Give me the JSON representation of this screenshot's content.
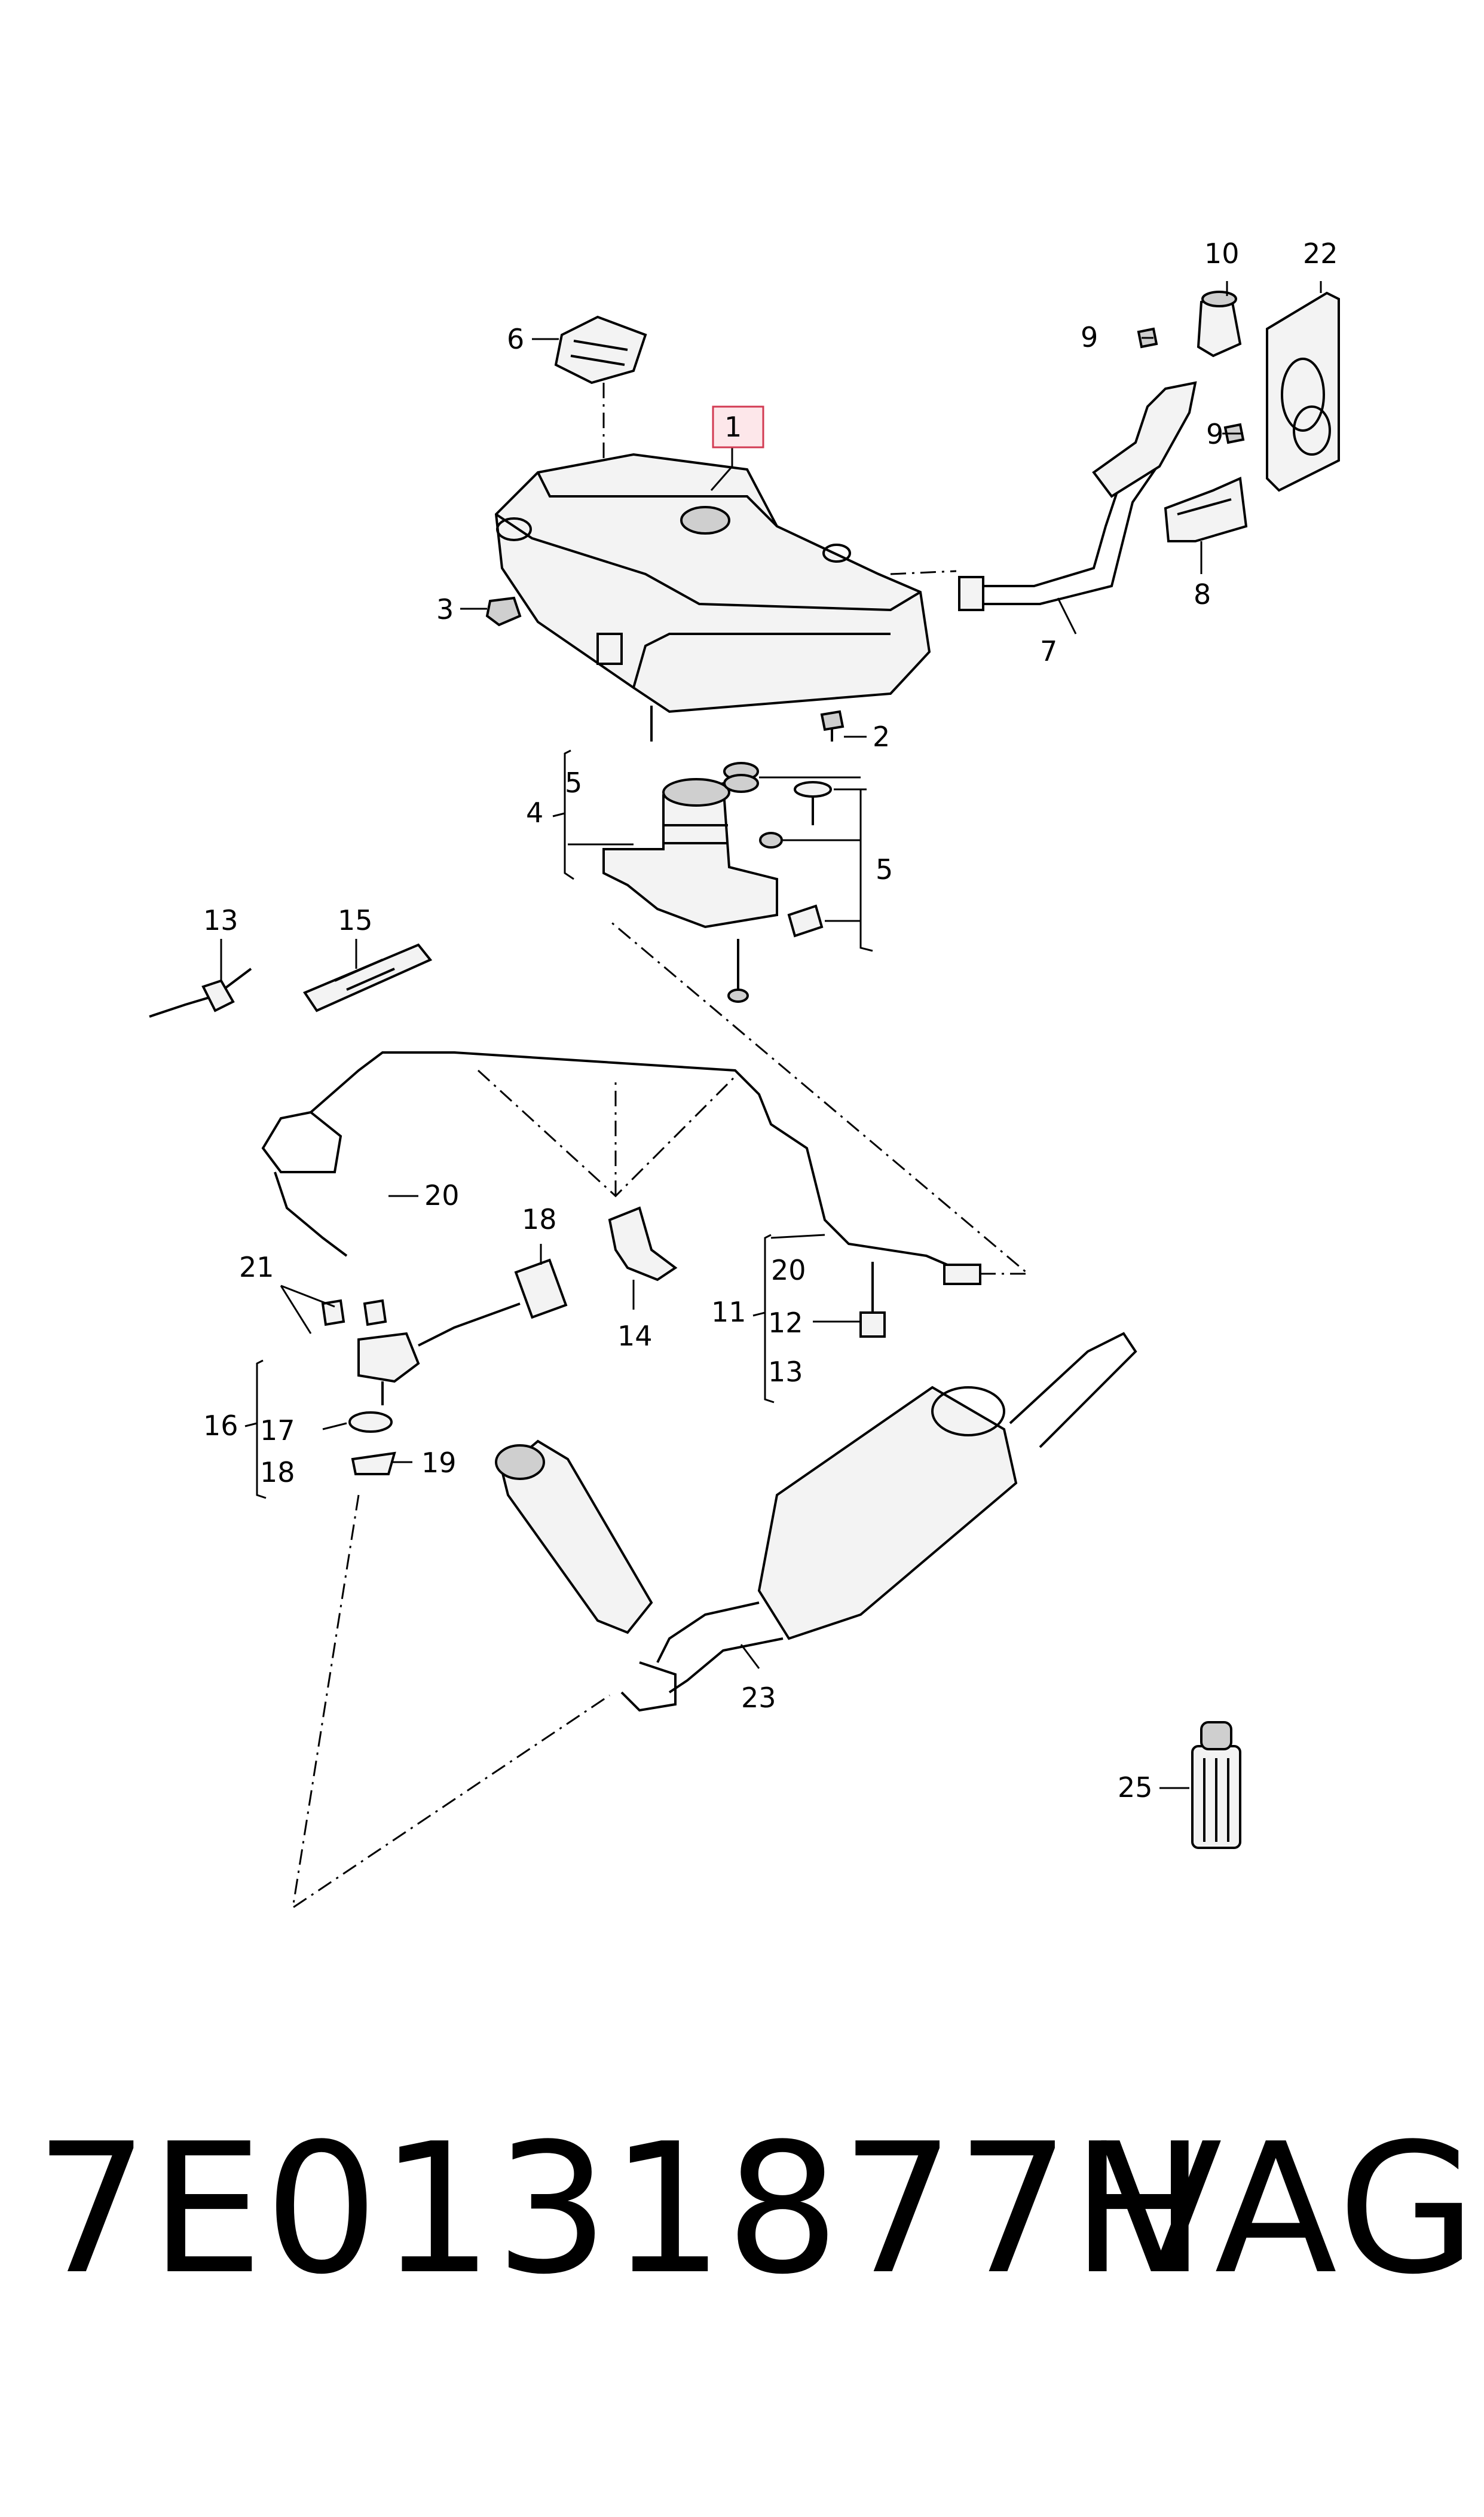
{
  "diagram": {
    "callouts": {
      "c1": "1",
      "c2": "2",
      "c3": "3",
      "c4": "4",
      "c5a": "5",
      "c5b": "5",
      "c6": "6",
      "c7": "7",
      "c8": "8",
      "c9a": "9",
      "c9b": "9",
      "c10": "10",
      "c11": "11",
      "c12": "12",
      "c13a": "13",
      "c13b": "13",
      "c14": "14",
      "c15": "15",
      "c16": "16",
      "c17": "17",
      "c18a": "18",
      "c18b": "18",
      "c19": "19",
      "c20a": "20",
      "c20b": "20",
      "c21": "21",
      "c22": "22",
      "c23": "23",
      "c25": "25"
    },
    "highlighted_part": "1",
    "colors": {
      "line": "#000000",
      "highlight_fill": "#fde7ea",
      "highlight_border": "#d23a52"
    }
  },
  "footer": {
    "part_number": "7E0131877H",
    "brand": "VAG"
  }
}
